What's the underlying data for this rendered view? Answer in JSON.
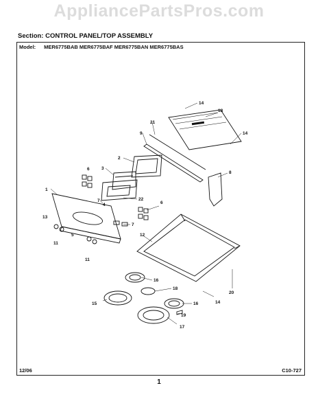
{
  "watermark": "AppliancePartsPros.com",
  "section": "Section:  CONTROL PANEL/TOP ASSEMBLY",
  "model": {
    "label": "Model:",
    "numbers": "MER6775BAB MER6775BAF MER6775BAN MER6775BAS"
  },
  "callouts": {
    "c14a": "14",
    "c18a": "18",
    "c21": "21",
    "c9": "9",
    "c14b": "14",
    "c2": "2",
    "c6a": "6",
    "c3": "3",
    "c8": "8",
    "c1": "1",
    "c7a": "7",
    "c4": "4",
    "c22": "22",
    "c6b": "6",
    "c13": "13",
    "c7b": "7",
    "c5": "5",
    "c11a": "11",
    "c11b": "11",
    "c12": "12",
    "c16a": "16",
    "c18b": "18",
    "c16b": "16",
    "c20": "20",
    "c14c": "14",
    "c15": "15",
    "c19": "19",
    "c17": "17"
  },
  "footer": {
    "date": "12/06",
    "code": "C10-727",
    "page": "1"
  }
}
